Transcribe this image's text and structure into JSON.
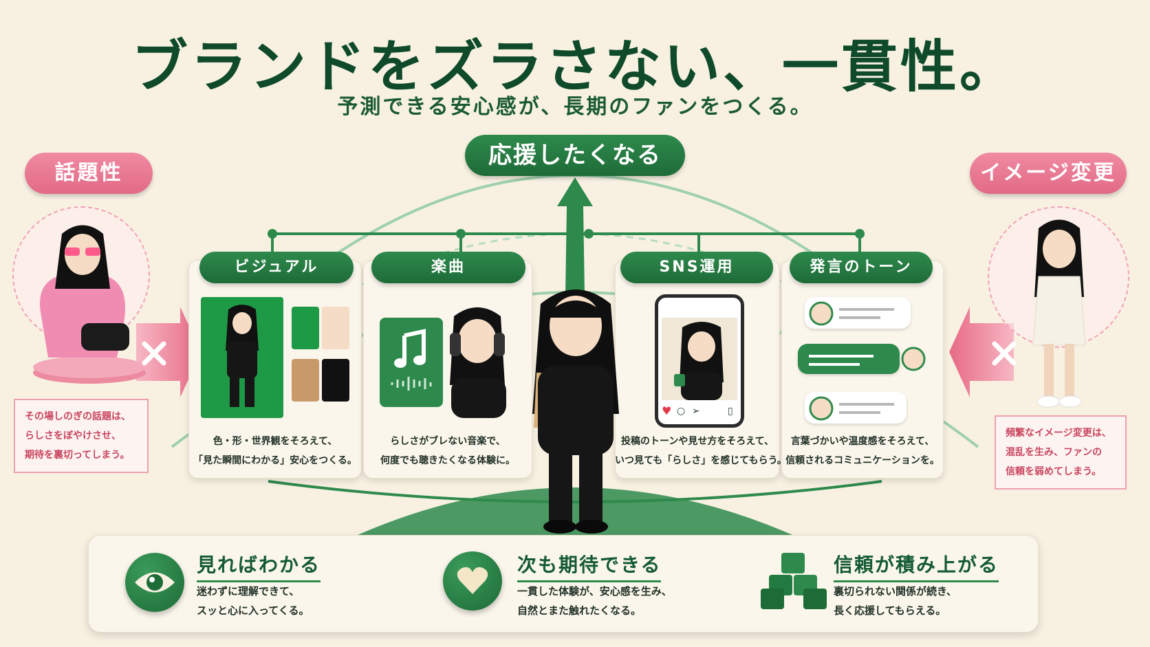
{
  "title": "ブランドをズラさない、一貫性。",
  "subtitle": "予測できる安心感が、長期のファンをつくる。",
  "top_label": "応援したくなる",
  "left": {
    "label": "話題性",
    "note": [
      "その場しのぎの話題は、",
      "らしさをぼやけさせ、",
      "期待を裏切ってしまう。"
    ]
  },
  "right": {
    "label": "イメージ変更",
    "note": [
      "頻繁なイメージ変更は、",
      "混乱を生み、ファンの",
      "信頼を弱めてしまう。"
    ]
  },
  "cards": [
    {
      "label": "ビジュアル",
      "caption": [
        "色・形・世界観をそろえて、",
        "「見た瞬間にわかる」安心をつくる。"
      ]
    },
    {
      "label": "楽曲",
      "caption": [
        "らしさがブレない音楽で、",
        "何度でも聴きたくなる体験に。"
      ]
    },
    {
      "label": "SNS運用",
      "caption": [
        "投稿のトーンや見せ方をそろえて、",
        "いつ見ても「らしさ」を感じてもらう。"
      ]
    },
    {
      "label": "発言のトーン",
      "caption": [
        "言葉づかいや温度感をそろえて、",
        "信頼されるコミュニケーションを。"
      ]
    }
  ],
  "steps": [
    {
      "head": "見ればわかる",
      "text": [
        "迷わずに理解できて、",
        "スッと心に入ってくる。"
      ],
      "icon": "eye-icon"
    },
    {
      "head": "次も期待できる",
      "text": [
        "一貫した体験が、安心感を生み、",
        "自然とまた触れたくなる。"
      ],
      "icon": "heart-icon"
    },
    {
      "head": "信頼が積み上がる",
      "text": [
        "裏切られない関係が続き、",
        "長く応援してもらえる。"
      ],
      "icon": "blocks-icon"
    }
  ],
  "colors": {
    "background": "#f8f1e2",
    "brand_green": "#1e6b38",
    "accent_pink": "#e26a86",
    "swatches": [
      "#1e9a46",
      "#f5dcc7",
      "#c89a6a",
      "#111111"
    ]
  }
}
